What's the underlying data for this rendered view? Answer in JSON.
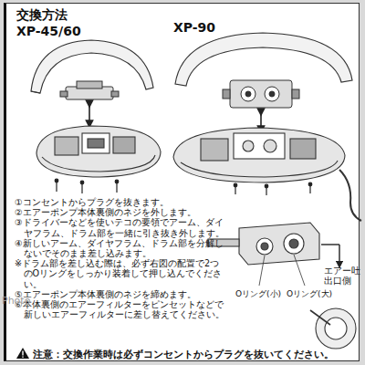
{
  "diagram": {
    "title": "交換方法",
    "labels": [
      "XP-45/60",
      "XP-90",
      "①コンセントからプラグを抜きます。",
      "②エアーポンプ本体裏側のネジを外します。",
      "③ドライバーなどを使いテコの要領でアーム、ダイヤフラム、ドラム部を一緒に引き抜き外します。",
      "④新しいアーム、ダイヤフラム、ドラム部を分解しないでそのまま差し込みます。",
      "※ドラム部を差し込む際は、必ず右図の配置で2つのOリングをしっかり装着して押し込んでください。",
      "⑤エアーポンプ本体裏側のネジを締めます。",
      "⑥本体裏側のエアーフィルターをピンセットなどで新しいエアーフィルターに差し替えてください。",
      "エアー吐出口側",
      "Oリング(小)",
      "Oリング(大)",
      "Photo",
      "注意：交換作業時は必ずコンセントからプラグを抜いてください。"
    ]
  }
}
